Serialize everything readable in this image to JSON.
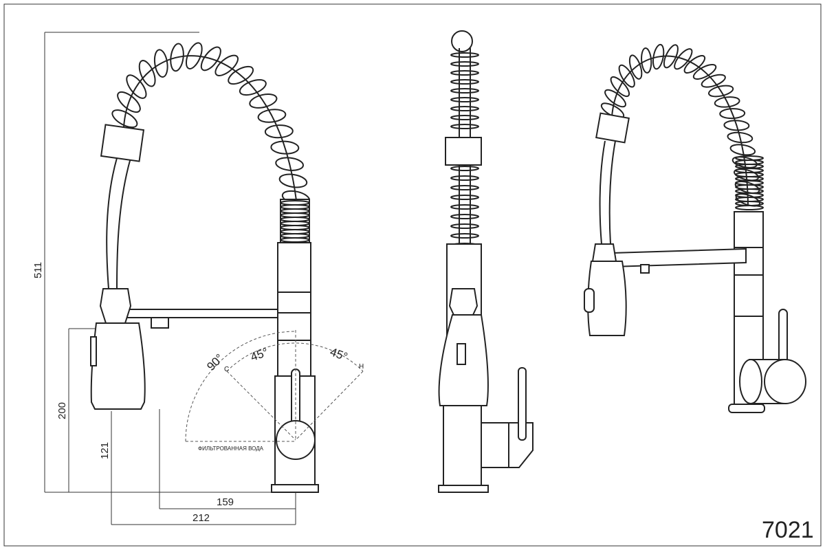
{
  "drawing": {
    "model_number": "7021",
    "dimensions": {
      "total_height": "511",
      "spray_height": "200",
      "outlet_height": "121",
      "reach_inner": "159",
      "reach_outer": "212"
    },
    "angles": {
      "full_range": "90°",
      "cold_range": "45°",
      "hot_range": "45°",
      "cold_label": "C",
      "hot_label": "H"
    },
    "filtered_water_label": "ФИЛЬТРОВАННАЯ ВОДА",
    "colors": {
      "line": "#222222",
      "background": "#ffffff"
    }
  }
}
